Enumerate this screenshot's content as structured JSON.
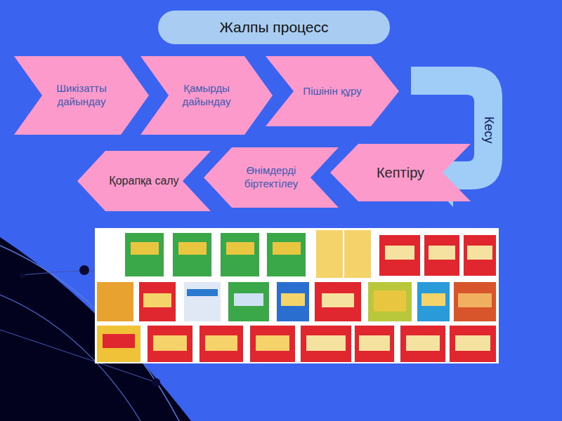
{
  "diagram": {
    "title": "Жалпы процесс",
    "nodes": [
      {
        "text": [
          "Шикізатты дайындау"
        ]
      },
      {
        "text": [
          "Қамырды дайындау"
        ]
      },
      {
        "text": [
          "Пішінін құру"
        ]
      },
      {
        "text": [
          "Кесу"
        ]
      },
      {
        "text": [
          "Кептіру"
        ]
      },
      {
        "text": [
          "Өнімдерді біртектілеу"
        ]
      },
      {
        "text": [
          "Қорапқа салу"
        ]
      }
    ]
  }
}
